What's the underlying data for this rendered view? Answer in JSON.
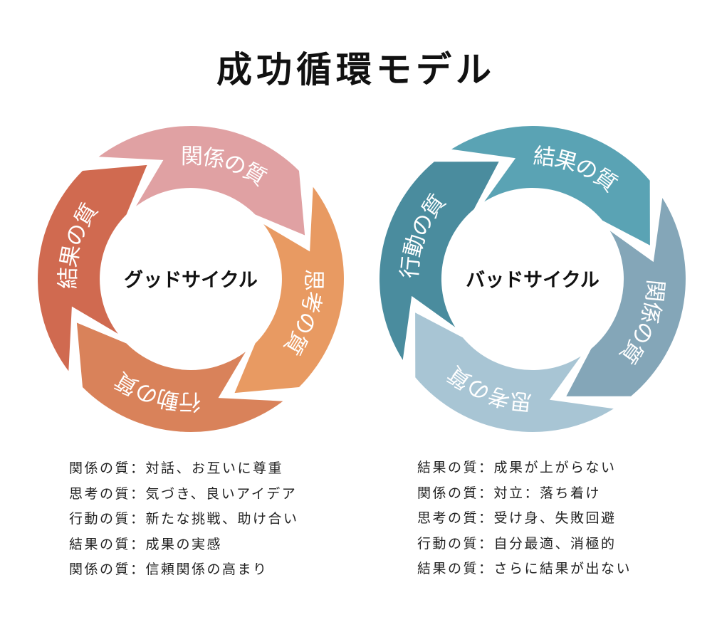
{
  "title": "成功循環モデル",
  "good_cycle": {
    "center": "グッドサイクル",
    "segments": [
      {
        "label": "関係の質",
        "color": "#E0A1A3"
      },
      {
        "label": "思考の質",
        "color": "#E89A62"
      },
      {
        "label": "行動の質",
        "color": "#D9825A"
      },
      {
        "label": "結果の質",
        "color": "#D06A50"
      }
    ]
  },
  "bad_cycle": {
    "center": "バッドサイクル",
    "segments": [
      {
        "label": "結果の質",
        "color": "#5AA3B4"
      },
      {
        "label": "関係の質",
        "color": "#84A6B8"
      },
      {
        "label": "思考の質",
        "color": "#A8C5D4"
      },
      {
        "label": "行動の質",
        "color": "#4A8C9E"
      }
    ]
  },
  "good_list": [
    "関係の質：対話、お互いに尊重",
    "思考の質：気づき、良いアイデア",
    "行動の質：新たな挑戦、助け合い",
    "結果の質：成果の実感",
    "関係の質：信頼関係の高まり"
  ],
  "bad_list": [
    "結果の質：成果が上がらない",
    "関係の質：対立：落ち着け",
    "思考の質：受け身、失敗回避",
    "行動の質：自分最適、消極的",
    "結果の質：さらに結果が出ない"
  ]
}
